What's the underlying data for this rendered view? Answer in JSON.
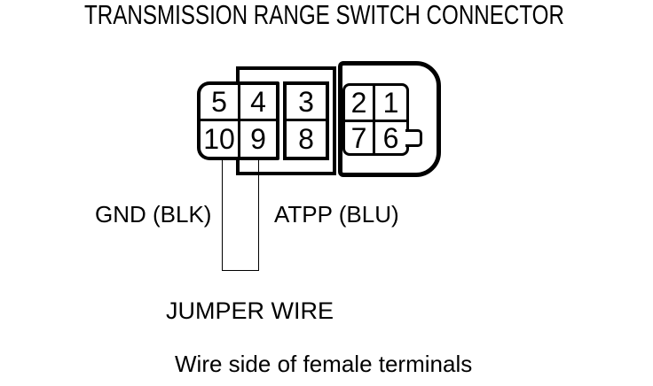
{
  "title": "TRANSMISSION RANGE SWITCH CONNECTOR",
  "connector": {
    "terminals": {
      "top": [
        "5",
        "4",
        "3",
        "2",
        "1"
      ],
      "bottom": [
        "10",
        "9",
        "8",
        "7",
        "6"
      ]
    },
    "pin_labels": {
      "gnd": "GND (BLK)",
      "atpp": "ATPP (BLU)"
    },
    "jumper_label": "JUMPER WIRE"
  },
  "caption": "Wire side of female terminals",
  "colors": {
    "line": "#000000",
    "background": "#ffffff"
  }
}
